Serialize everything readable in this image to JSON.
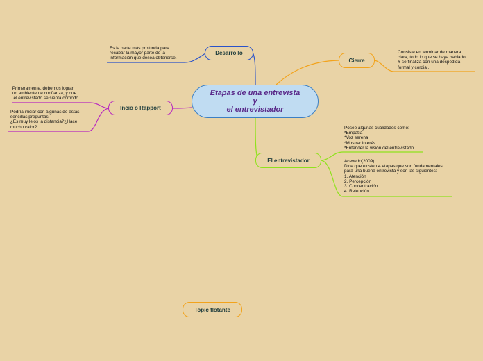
{
  "central": {
    "line1": "Etapas de una entrevista",
    "line2": "y",
    "line3": "el entrevistador"
  },
  "nodes": {
    "desarrollo": {
      "label": "Desarrollo",
      "color": "#2a52c9"
    },
    "cierre": {
      "label": "Cierre",
      "color": "#f2a31c"
    },
    "inicio": {
      "label": "Incio o Rapport",
      "color": "#b828c0"
    },
    "entrevistador": {
      "label": "El entrevistador",
      "color": "#8fe21c"
    },
    "floating": {
      "label": "Topic flotante",
      "color": "#f2a31c"
    }
  },
  "notes": {
    "desarrollo": "Es la parte más profunda para\nrecabar la mayor parte de la\ninformación que desea obtenerse.",
    "cierre": "Consiste en terminar de manera\nclara, todo lo que se haya hablado.\nY se finaliza con una despedida\nformal y cordial.",
    "inicio_1": " Primeramente, debemos lograr\n un ambiente de confianza, y que\n  el entrevistado se sienta cómodo.",
    "inicio_2": "Podría iniciar con algunas de estas\nsencillas preguntas:\n¿Es muy lejos la distancia?¿Hace\nmucho calor?",
    "entrevistador_1": "Posee algunas cualidades como:\n*Empatía\n*Voz serena\n*Mostrar interés\n*Entender la visión del entrevistado",
    "entrevistador_2": "Acevedo(2009):\nDice que existen 4 etapas que son fundamentales\npara una buena entrevista y son las siguientes:\n1. Atención\n2. Percepción\n3. Concentración\n4. Retención"
  },
  "colors": {
    "background": "#e9d3a6",
    "central_fill": "#c0dcf2",
    "central_border": "#3b7fc4",
    "central_text": "#5a2a8a"
  }
}
